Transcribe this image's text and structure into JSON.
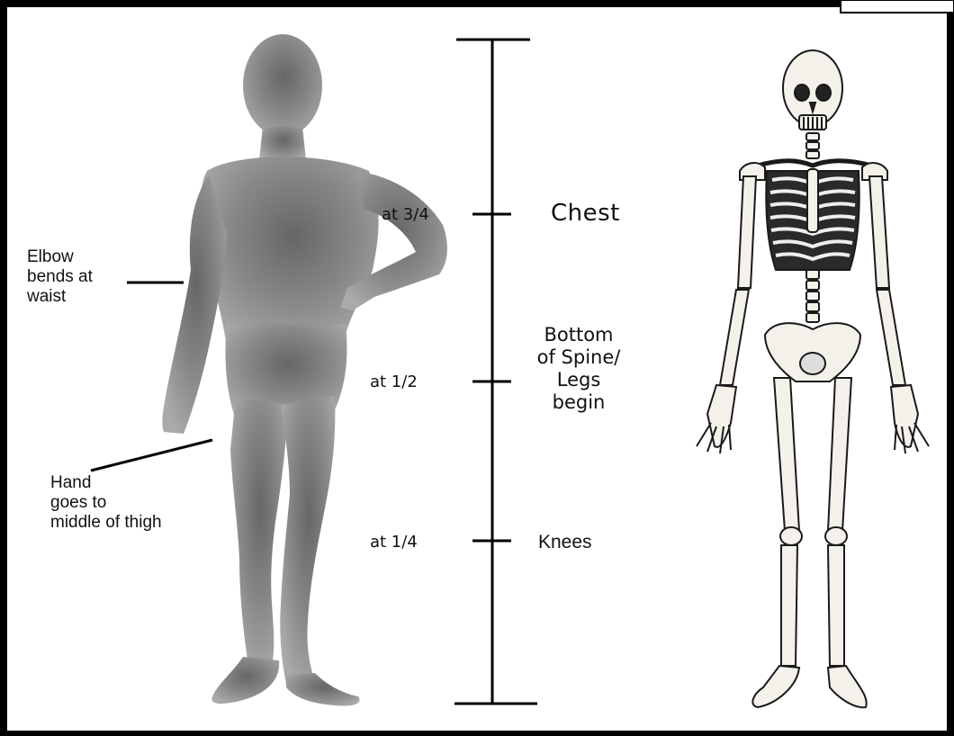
{
  "labels": {
    "elbow": [
      "Elbow",
      "bends at",
      "waist"
    ],
    "hand": [
      "Hand",
      "goes to",
      "middle of thigh"
    ],
    "tick_3_4": "at 3/4",
    "tick_1_2": "at  1/2",
    "tick_1_4": "at  1/4",
    "chest": "Chest",
    "spine": [
      "Bottom",
      "of Spine/",
      "Legs",
      "begin"
    ],
    "knees": "Knees"
  },
  "colors": {
    "frame": "#000000",
    "silhouette_dark": "#6e6e6e",
    "silhouette_light": "#a8a8a8",
    "skeleton_bone": "#f4f1ea",
    "skeleton_line": "#1a1a1a"
  }
}
